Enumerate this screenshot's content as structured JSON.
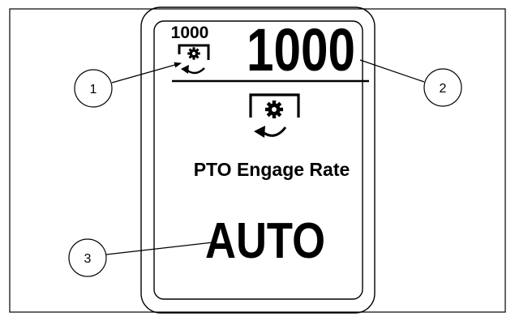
{
  "display": {
    "small_value": "1000",
    "current_value": "1000",
    "setting_label": "PTO Engage Rate",
    "setting_value": "AUTO"
  },
  "callouts": {
    "one": "1",
    "two": "2",
    "three": "3"
  },
  "icons": {
    "header_icon": "pto-gear-rotation-icon",
    "main_icon": "pto-gear-rotation-icon"
  },
  "colors": {
    "ink": "#000000",
    "background": "#ffffff"
  }
}
